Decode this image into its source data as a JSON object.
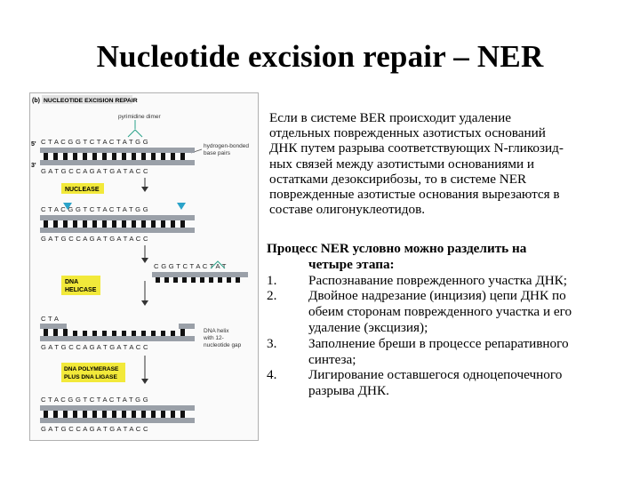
{
  "title": "Nucleotide excision repair – NER",
  "figure": {
    "panel_label": "(b)",
    "header": "NUCLEOTIDE EXCISION REPAIR",
    "pyrimidine_dimer": "pyrimidine dimer",
    "hbond_label": [
      "hydrogen-bonded",
      "base pairs"
    ],
    "prime5": "5'",
    "prime3": "3'",
    "top_strand": "C T A C G G T C T A C T A T G G",
    "bottom_strand": "G A T G C C A G A T G A T A C C",
    "nuclease": "NUCLEASE",
    "helicase": [
      "DNA",
      "HELICASE"
    ],
    "excised_oligo": "C G G T C T A C T A T",
    "gap_top": "C T A",
    "gap_bottom": "G A T G C C A G A T G A T A C C",
    "gap_label": [
      "DNA helix",
      "with 12-",
      "nucleotide gap"
    ],
    "polymerase": [
      "DNA POLYMERASE",
      "PLUS DNA LIGASE"
    ],
    "repaired_top": "C T A C G G T C T A C T A T G G",
    "repaired_bottom": "G A T G C C A G A T G A T A C C"
  },
  "paragraph_lines": [
    "Если в системе BER происходит удаление",
    "отдельных поврежденных азотистых оснований",
    "ДНК путем разрыва соответствующих N-гликозид-",
    "ных связей между азотистыми основаниями и",
    "остатками дезоксирибозы, то в системе NER",
    "поврежденные азотистые основания вырезаются в",
    "составе олигонуклеотидов."
  ],
  "list": {
    "lead_line1": "Процесс NER условно можно разделить на",
    "lead_line2": "четыре этапа:",
    "items": [
      {
        "num": "1.",
        "lines": [
          "Распознавание поврежденного участка ДНК;"
        ]
      },
      {
        "num": "2.",
        "lines": [
          "Двойное надрезание (инцизия) цепи ДНК по",
          "обеим сторонам поврежденного участка и его",
          "удаление (эксцизия);"
        ]
      },
      {
        "num": "3.",
        "lines": [
          "Заполнение бреши в процессе репаративного",
          "синтеза;"
        ]
      },
      {
        "num": "4.",
        "lines": [
          "Лигирование оставшегося одноцепочечного",
          "разрыва ДНК."
        ]
      }
    ]
  },
  "colors": {
    "label_box": "#f2e93a",
    "highlight": "#b01e46",
    "backbone": "#9aa0a8",
    "base": "#111111",
    "cut_marker": "#2aa3c9",
    "dimer_line": "#2aa38a"
  }
}
